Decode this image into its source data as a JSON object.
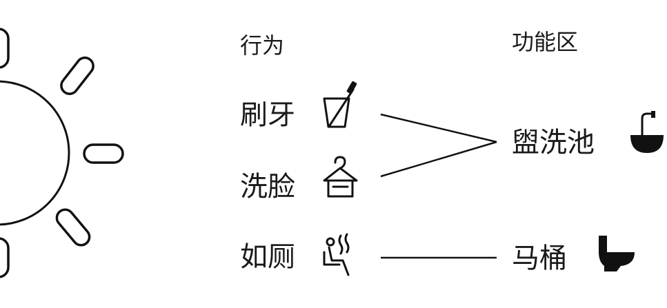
{
  "headers": {
    "behavior": "行为",
    "function_zone": "功能区"
  },
  "behaviors": [
    {
      "label": "刷牙",
      "icon": "toothbrush-cup-icon"
    },
    {
      "label": "洗脸",
      "icon": "towel-hanger-icon"
    },
    {
      "label": "如厕",
      "icon": "person-on-toilet-icon"
    }
  ],
  "zones": [
    {
      "label": "盥洗池",
      "icon": "washbasin-icon"
    },
    {
      "label": "马桶",
      "icon": "toilet-icon"
    }
  ],
  "links": [
    {
      "from": "刷牙",
      "to": "盥洗池"
    },
    {
      "from": "洗脸",
      "to": "盥洗池"
    },
    {
      "from": "如厕",
      "to": "马桶"
    }
  ],
  "colors": {
    "ink": "#111111",
    "background": "#ffffff"
  }
}
